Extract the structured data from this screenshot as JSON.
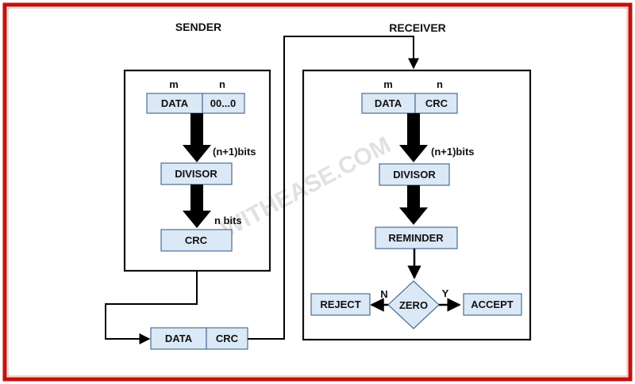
{
  "watermark": "WITHEASE.COM",
  "colors": {
    "border": "#c0120c",
    "box_fill": "#dbe8f6",
    "box_stroke": "#4a6f95",
    "line": "#000000"
  },
  "sender": {
    "title": "SENDER",
    "col_m": "m",
    "col_n": "n",
    "data_label": "DATA",
    "zeros_label": "00...0",
    "divisor_bits": "(n+1)bits",
    "divisor_label": "DIVISOR",
    "crc_bits": "n bits",
    "crc_label": "CRC"
  },
  "transmitted": {
    "data_label": "DATA",
    "crc_label": "CRC"
  },
  "receiver": {
    "title": "RECEIVER",
    "col_m": "m",
    "col_n": "n",
    "data_label": "DATA",
    "crc_label": "CRC",
    "divisor_bits": "(n+1)bits",
    "divisor_label": "DIVISOR",
    "remainder_label": "REMINDER",
    "decision_label": "ZERO",
    "no_label": "N",
    "yes_label": "Y",
    "reject_label": "REJECT",
    "accept_label": "ACCEPT"
  }
}
